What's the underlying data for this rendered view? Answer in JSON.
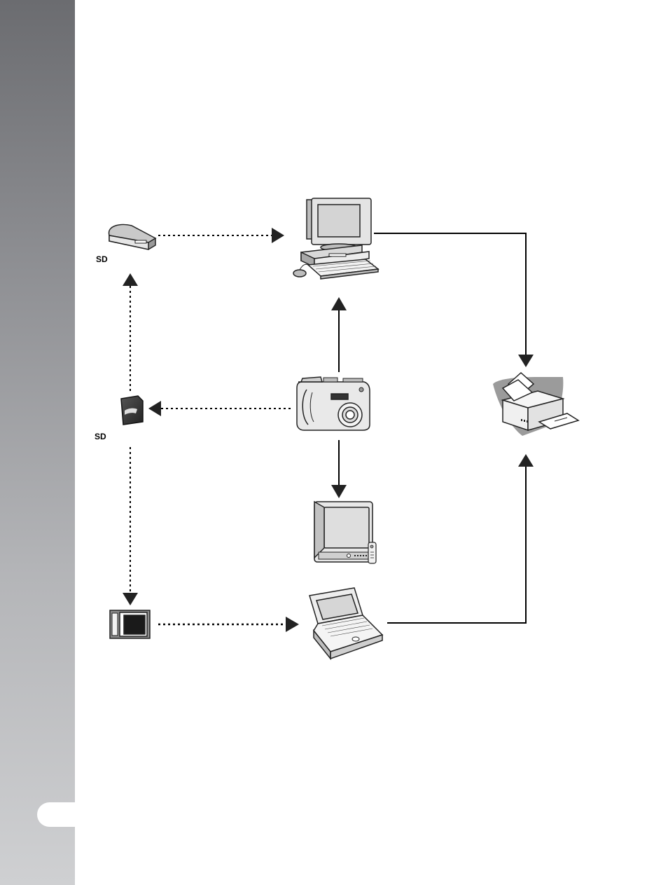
{
  "labels": {
    "sd_reader": "SD",
    "sd_card": "SD"
  },
  "nodes": [
    {
      "id": "card-reader",
      "icon": "sd-card-reader-icon"
    },
    {
      "id": "desktop-computer",
      "icon": "desktop-computer-icon"
    },
    {
      "id": "printer",
      "icon": "printer-icon"
    },
    {
      "id": "sd-card",
      "icon": "sd-card-icon"
    },
    {
      "id": "digital-camera",
      "icon": "digital-camera-icon"
    },
    {
      "id": "television",
      "icon": "television-icon"
    },
    {
      "id": "pcmcia-adapter",
      "icon": "pc-card-adapter-icon"
    },
    {
      "id": "laptop",
      "icon": "laptop-icon"
    }
  ],
  "connections": [
    {
      "from": "card-reader",
      "to": "desktop-computer",
      "style": "dotted"
    },
    {
      "from": "desktop-computer",
      "to": "printer",
      "style": "solid"
    },
    {
      "from": "sd-card",
      "to": "card-reader",
      "style": "dotted"
    },
    {
      "from": "digital-camera",
      "to": "desktop-computer",
      "style": "solid"
    },
    {
      "from": "digital-camera",
      "to": "sd-card",
      "style": "dotted"
    },
    {
      "from": "digital-camera",
      "to": "television",
      "style": "solid"
    },
    {
      "from": "sd-card",
      "to": "pcmcia-adapter",
      "style": "dotted"
    },
    {
      "from": "pcmcia-adapter",
      "to": "laptop",
      "style": "dotted"
    },
    {
      "from": "laptop",
      "to": "printer",
      "style": "solid"
    }
  ],
  "colors": {
    "sidebar_top": "#6b6c70",
    "sidebar_bottom": "#cfd0d2",
    "line": "#000000",
    "arrow": "#222222"
  }
}
